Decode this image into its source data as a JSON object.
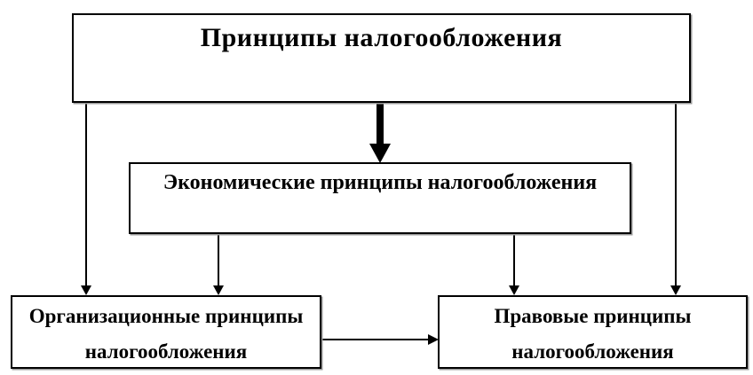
{
  "diagram": {
    "background_color": "#ffffff",
    "line_color": "#000000",
    "box_border_color": "#000000",
    "box_fill_color": "#ffffff",
    "text_color": "#000000",
    "boxes": {
      "root": {
        "label": "Принципы налогообложения"
      },
      "economic": {
        "label": "Экономические принципы налогообложения"
      },
      "organizational": {
        "lines": [
          "Организационные принципы",
          "налогообложения"
        ]
      },
      "legal": {
        "lines": [
          "Правовые принципы",
          "налогообложения"
        ]
      }
    },
    "connectors": [
      {
        "name": "root-to-economic",
        "type": "thick-down-arrow"
      },
      {
        "name": "root-to-organizational",
        "type": "thin-down-arrow"
      },
      {
        "name": "economic-to-organizational",
        "type": "thin-down-arrow"
      },
      {
        "name": "economic-to-legal",
        "type": "thin-down-arrow"
      },
      {
        "name": "root-to-legal",
        "type": "thin-down-arrow"
      },
      {
        "name": "organizational-to-legal",
        "type": "thin-right-arrow"
      }
    ]
  }
}
